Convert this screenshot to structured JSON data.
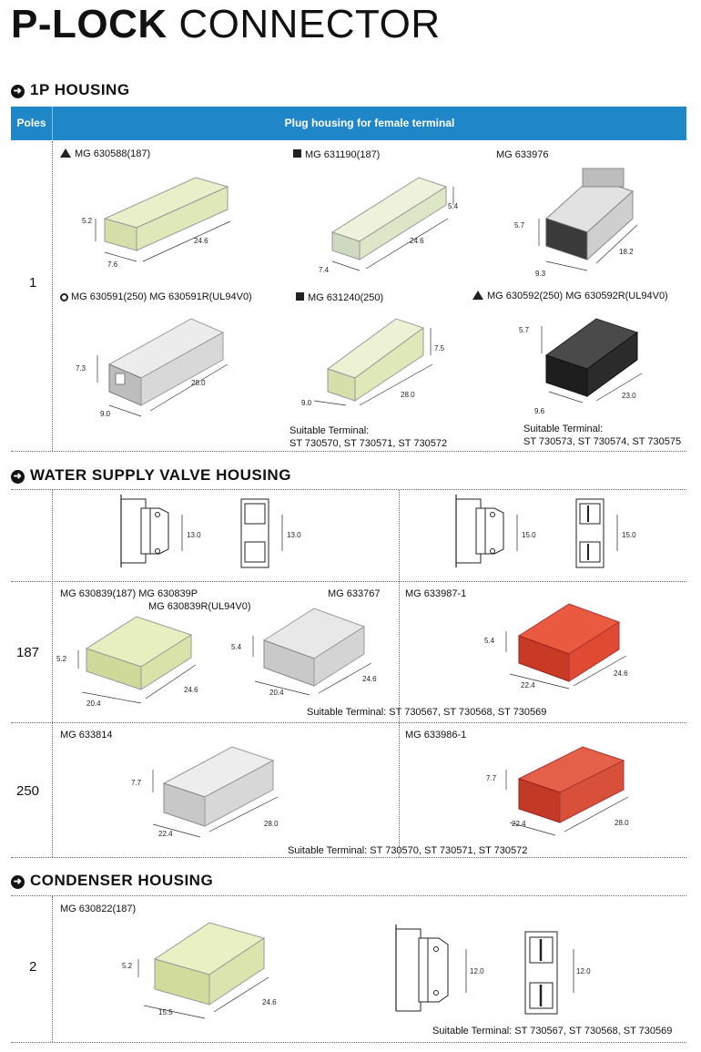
{
  "title": {
    "bold": "P-LOCK",
    "thin": " CONNECTOR"
  },
  "sections": {
    "housing_1p": "1P HOUSING",
    "water_valve": "WATER SUPPLY VALVE HOUSING",
    "condenser": "CONDENSER HOUSING"
  },
  "table_header": {
    "poles": "Poles",
    "plug": "Plug housing for female terminal"
  },
  "housing_1p": {
    "pole": "1",
    "parts": [
      {
        "label": "MG 630588(187)",
        "dims": [
          "5.2",
          "7.6",
          "24.6"
        ],
        "color": "#dfe8b8"
      },
      {
        "label": "MG 631190(187)",
        "dims": [
          "5.4",
          "7.4",
          "24.6"
        ],
        "color": "#dde6c6"
      },
      {
        "label": "MG 633976",
        "dims": [
          "5.7",
          "9.3",
          "18.2"
        ],
        "color": "#cfcfcf"
      },
      {
        "label": "MG 630591(250)  MG 630591R(UL94V0)",
        "dims": [
          "7.3",
          "9.0",
          "28.0"
        ],
        "color": "#d8d8d8"
      },
      {
        "label": "MG 631240(250)",
        "dims": [
          "7.5",
          "9.0",
          "28.0"
        ],
        "color": "#dfe8b8"
      },
      {
        "label": "MG 630592(250) MG 630592R(UL94V0)",
        "dims": [
          "5.7",
          "9.6",
          "23.0"
        ],
        "color": "#2b2b2b"
      }
    ],
    "terminal_a_title": "Suitable Terminal:",
    "terminal_a": "ST 730570, ST 730571, ST 730572",
    "terminal_b_title": "Suitable Terminal:",
    "terminal_b": "ST 730573, ST 730574, ST 730575"
  },
  "water": {
    "drawing_left": {
      "d1": "13.0",
      "d2": "13.0"
    },
    "drawing_right": {
      "d1": "15.0",
      "d2": "15.0"
    },
    "row187": {
      "pole": "187",
      "label_a1": "MG 630839(187)  MG 630839P",
      "label_a2": "MG 630839R(UL94V0)",
      "label_b": "MG 633767",
      "label_c": "MG 633987-1",
      "dims_a": [
        "5.2",
        "20.4",
        "24.6"
      ],
      "dims_b": [
        "5.4",
        "20.4",
        "24.6"
      ],
      "dims_c": [
        "5.4",
        "22.4",
        "24.6"
      ],
      "terminal": "Suitable Terminal:  ST 730567, ST 730568, ST 730569"
    },
    "row250": {
      "pole": "250",
      "label_a": "MG 633814",
      "label_b": "MG 633986-1",
      "dims_a": [
        "7.7",
        "22.4",
        "28.0"
      ],
      "dims_b": [
        "7.7",
        "22.4",
        "28.0"
      ],
      "terminal": "Suitable Terminal:  ST 730570, ST 730571, ST 730572"
    }
  },
  "condenser": {
    "pole": "2",
    "label": "MG 630822(187)",
    "dims": [
      "5.2",
      "15.5",
      "24.6"
    ],
    "drawing": {
      "d1": "12.0",
      "d2": "12.0"
    },
    "terminal": "Suitable Terminal:  ST 730567, ST 730568, ST 730569"
  },
  "colors": {
    "header": "#1f86c8",
    "yellow": "#dfe8b8",
    "red": "#e04a32",
    "grey": "#d4d4d4"
  }
}
